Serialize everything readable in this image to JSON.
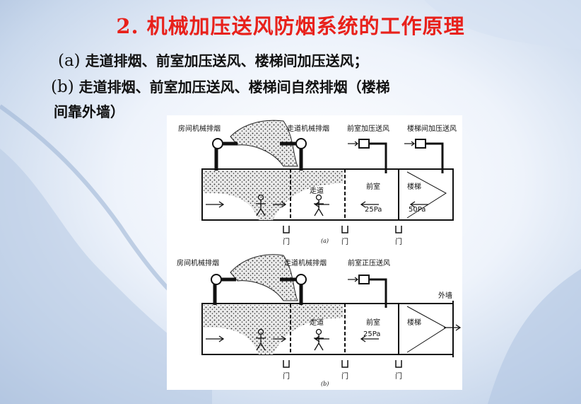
{
  "title": "2. 机械加压送风防烟系统的工作原理",
  "items": [
    {
      "mark": "(a)",
      "text": "走道排烟、前室加压送风、楼梯间加压送风；"
    },
    {
      "mark": "(b)",
      "text": "走道排烟、前室加压送风、楼梯间自然排烟（楼梯"
    },
    {
      "mark": "",
      "text": "间靠外墙）"
    }
  ],
  "diagram_a": {
    "room_exhaust": "房间机械排烟",
    "corridor_exhaust": "走道机械排烟",
    "anteroom_supply": "前室加压送风",
    "stair_supply": "楼梯间加压送风",
    "corridor": "走道",
    "anteroom": "前室",
    "stairs": "楼梯",
    "anteroom_pressure": "25Pa",
    "stair_pressure": "50Pa",
    "door_1": "门",
    "door_2": "门",
    "door_3": "门",
    "caption": "(a)"
  },
  "diagram_b": {
    "room_exhaust": "房间机械排烟",
    "corridor_exhaust": "走道机械排烟",
    "anteroom_supply": "前室正压送风",
    "outer_wall": "外墙",
    "corridor": "走道",
    "anteroom": "前室",
    "stairs": "楼梯",
    "anteroom_pressure": "25Pa",
    "door_1": "门",
    "door_2": "门",
    "door_3": "门",
    "caption": "(b)"
  },
  "colors": {
    "title": "#e8211b",
    "text": "#111111",
    "background": "#c9d8ec"
  }
}
